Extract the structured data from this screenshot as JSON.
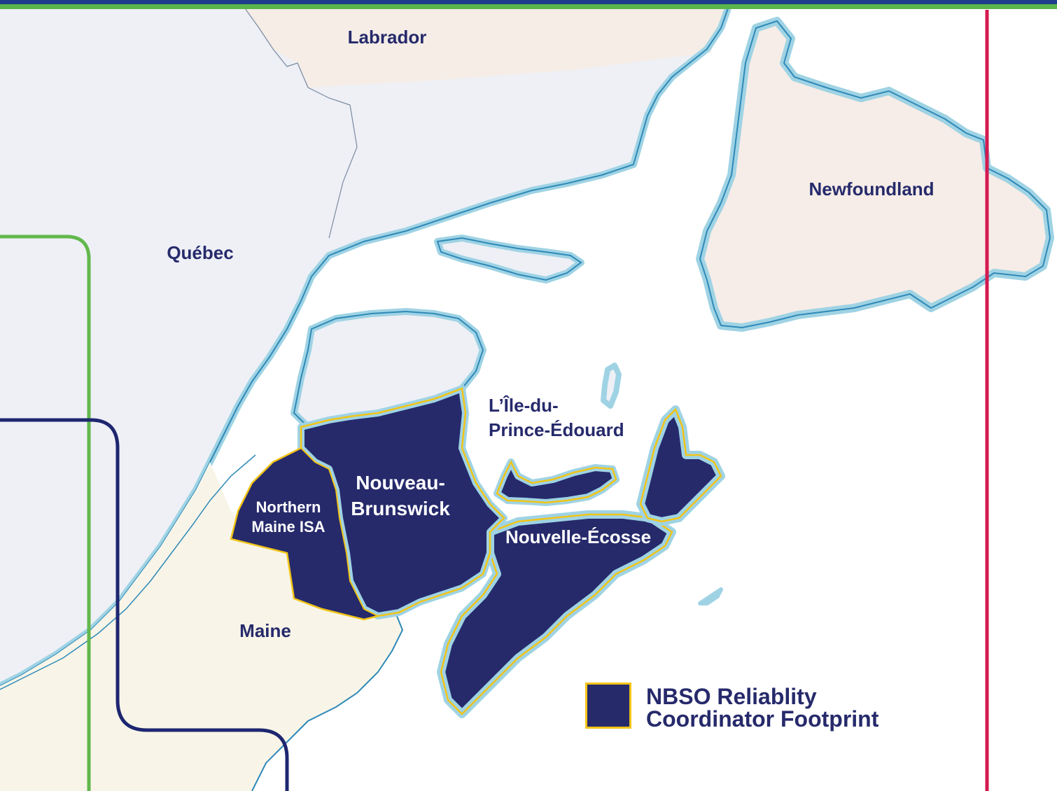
{
  "map": {
    "regions": {
      "labrador": "Labrador",
      "quebec": "Québec",
      "newfoundland": "Newfoundland",
      "pei_line1": "L’Île-du-",
      "pei_line2": "Prince-Édouard",
      "nb_line1": "Nouveau-",
      "nb_line2": "Brunswick",
      "nm_line1": "Northern",
      "nm_line2": "Maine ISA",
      "ns": "Nouvelle-Écosse",
      "maine": "Maine"
    },
    "legend": {
      "line1": "NBSO Reliablity",
      "line2": "Coordinator Footprint"
    }
  },
  "colors": {
    "footprint_fill": "#262a6b",
    "footprint_border": "#f2c417",
    "quebec_fill": "#eef0f6",
    "labrador_fill": "#f5ede6",
    "newfoundland_fill": "#f6ede8",
    "maine_fill": "#f8f5e8",
    "coast_glow": "#9fd3e4",
    "coast_line": "#2f89b8",
    "label_dark": "#262a6b",
    "label_light": "#ffffff",
    "top_bar_blue": "#1f3d8a",
    "top_bar_green": "#5ab54a",
    "green_line": "#62b84c",
    "navy_line": "#1e2670",
    "red_line": "#d41a4f"
  }
}
